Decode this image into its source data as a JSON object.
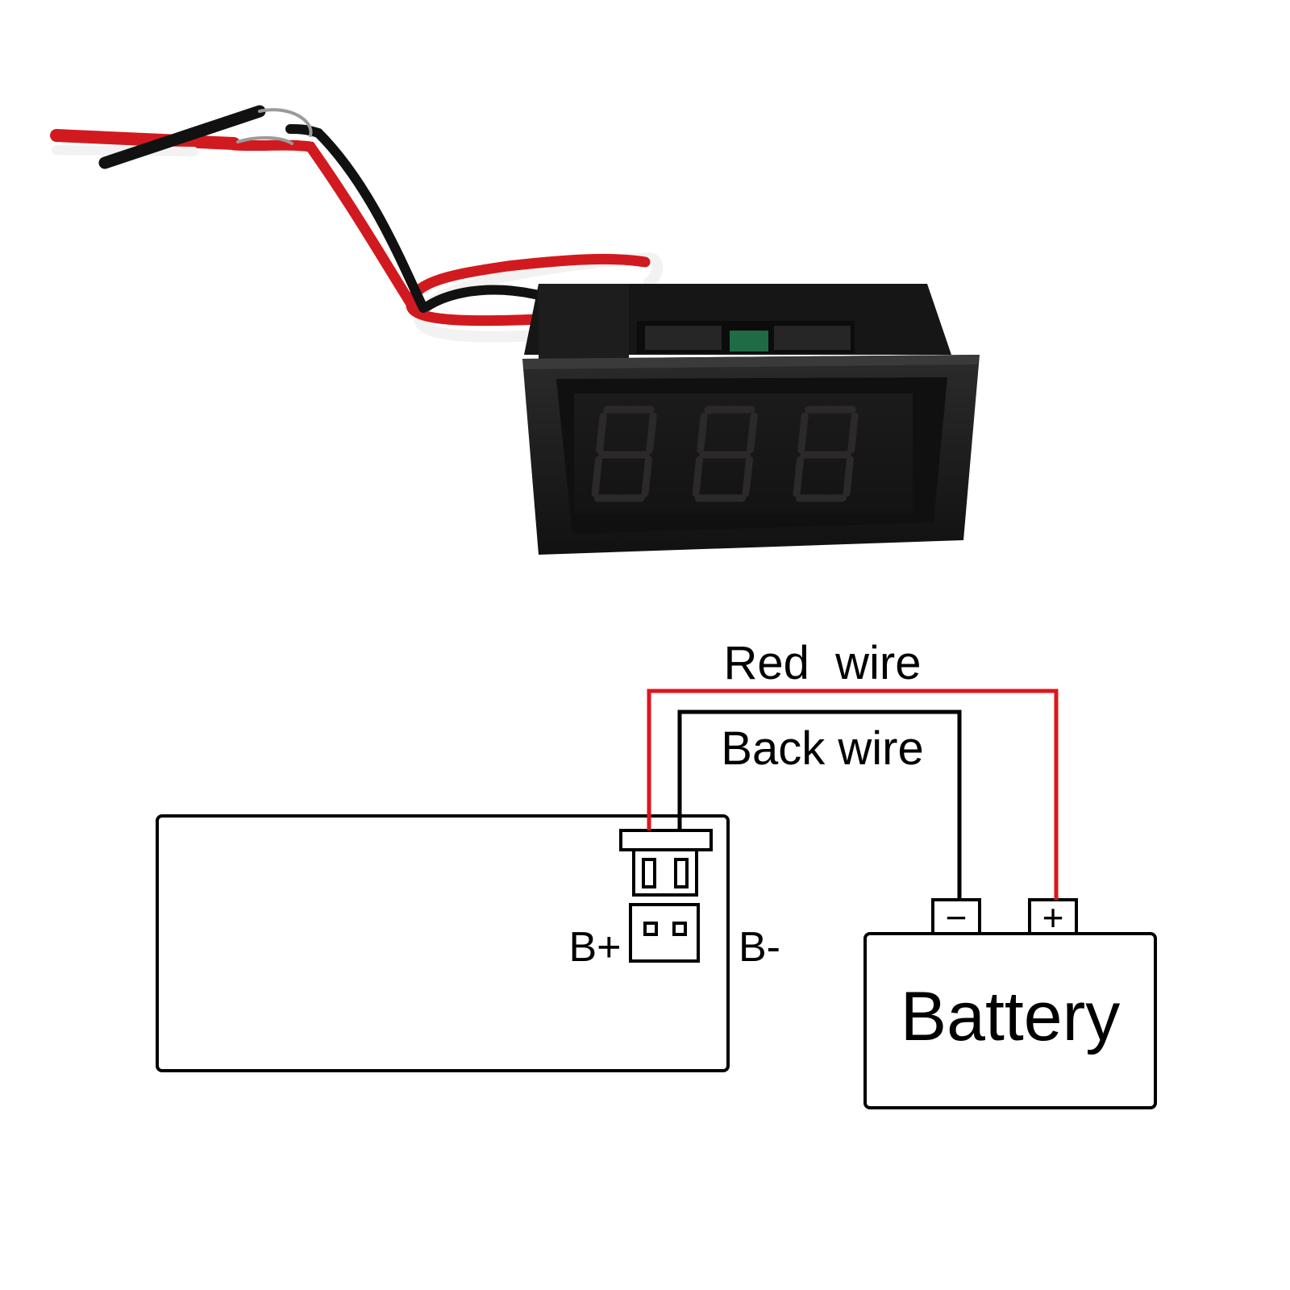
{
  "photo": {
    "wire_colors": {
      "red": "#d11a1f",
      "black": "#111111",
      "white": "#f2f2f2"
    }
  },
  "diagram": {
    "labels": {
      "red_wire": "Red  wire",
      "black_wire": "Back wire",
      "b_plus": "B+",
      "b_minus": "B-",
      "battery": "Battery",
      "battery_negative": "−",
      "battery_positive": "+"
    },
    "colors": {
      "red_wire": "#e1141b",
      "black_wire": "#000000",
      "outline": "#000000"
    }
  }
}
